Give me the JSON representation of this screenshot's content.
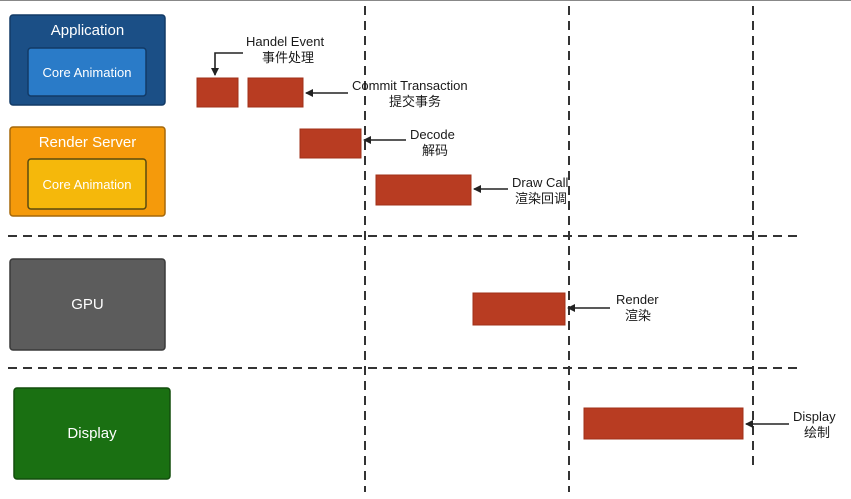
{
  "lanes": {
    "application": {
      "title": "Application",
      "inner": "Core Animation",
      "fill": "#1b4f86",
      "inner_fill": "#2a7bc8"
    },
    "render_server": {
      "title": "Render Server",
      "inner": "Core Animation",
      "fill": "#f59a0b",
      "inner_fill": "#f5b80b"
    },
    "gpu": {
      "title": "GPU",
      "fill": "#5c5c5c"
    },
    "display": {
      "title": "Display",
      "fill": "#1a7012"
    }
  },
  "annotations": {
    "handel_event": {
      "en": "Handel Event",
      "zh": "事件处理"
    },
    "commit_transaction": {
      "en": "Commit Transaction",
      "zh": "提交事务"
    },
    "decode": {
      "en": "Decode",
      "zh": "解码"
    },
    "draw_call": {
      "en": "Draw Call",
      "zh": "渲染回调"
    },
    "render": {
      "en": "Render",
      "zh": "渲染"
    },
    "display": {
      "en": "Display",
      "zh": "绘制"
    }
  },
  "colors": {
    "task_block": "#b83c22",
    "task_border": "#a03018",
    "arrow": "#222222",
    "dashed_line": "#333333"
  }
}
